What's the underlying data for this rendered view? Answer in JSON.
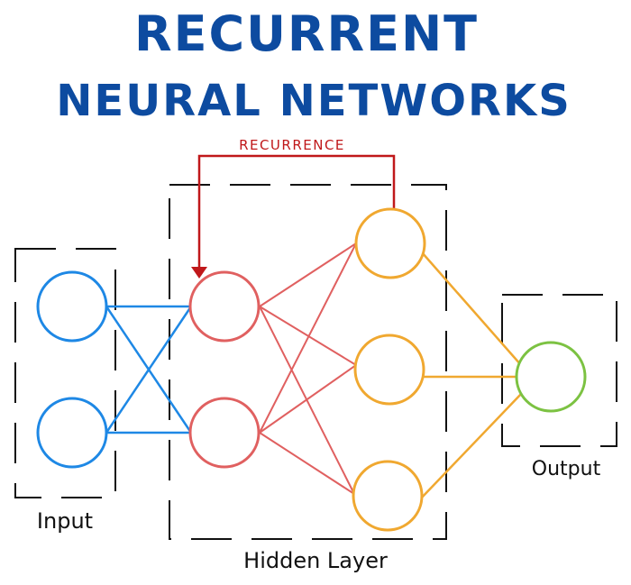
{
  "title": {
    "line1": "RECURRENT",
    "line2": "NEURAL NETWORKS"
  },
  "labels": {
    "recurrence": "RECURRENCE",
    "input": "Input",
    "hidden": "Hidden Layer",
    "output": "Output"
  },
  "colors": {
    "title": "#0d4ba0",
    "input": "#1e88e5",
    "hidden1": "#e06060",
    "hidden2": "#f0a830",
    "output": "#7cc242",
    "recurrence": "#c0181a",
    "box": "#111111"
  },
  "layers": [
    {
      "name": "input",
      "nodes": 2
    },
    {
      "name": "hidden-1",
      "nodes": 2
    },
    {
      "name": "hidden-2",
      "nodes": 3
    },
    {
      "name": "output",
      "nodes": 1
    }
  ]
}
